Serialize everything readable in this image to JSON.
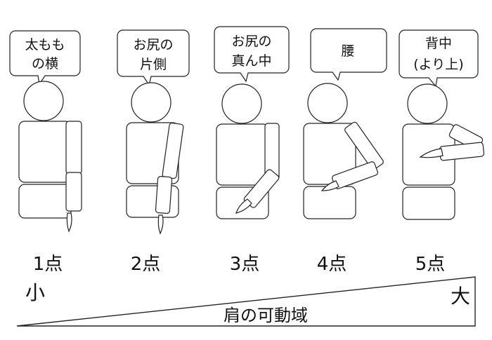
{
  "figures": [
    {
      "bubble": [
        "太もも",
        "の横"
      ],
      "score": "1点"
    },
    {
      "bubble": [
        "お尻の",
        "片側"
      ],
      "score": "2点"
    },
    {
      "bubble": [
        "お尻の",
        "真ん中"
      ],
      "score": "3点"
    },
    {
      "bubble": [
        "腰"
      ],
      "score": "4点"
    },
    {
      "bubble": [
        "背中",
        "(より上)"
      ],
      "score": "5点"
    }
  ],
  "scale": {
    "min_label": "小",
    "max_label": "大",
    "caption": "肩の可動域"
  }
}
